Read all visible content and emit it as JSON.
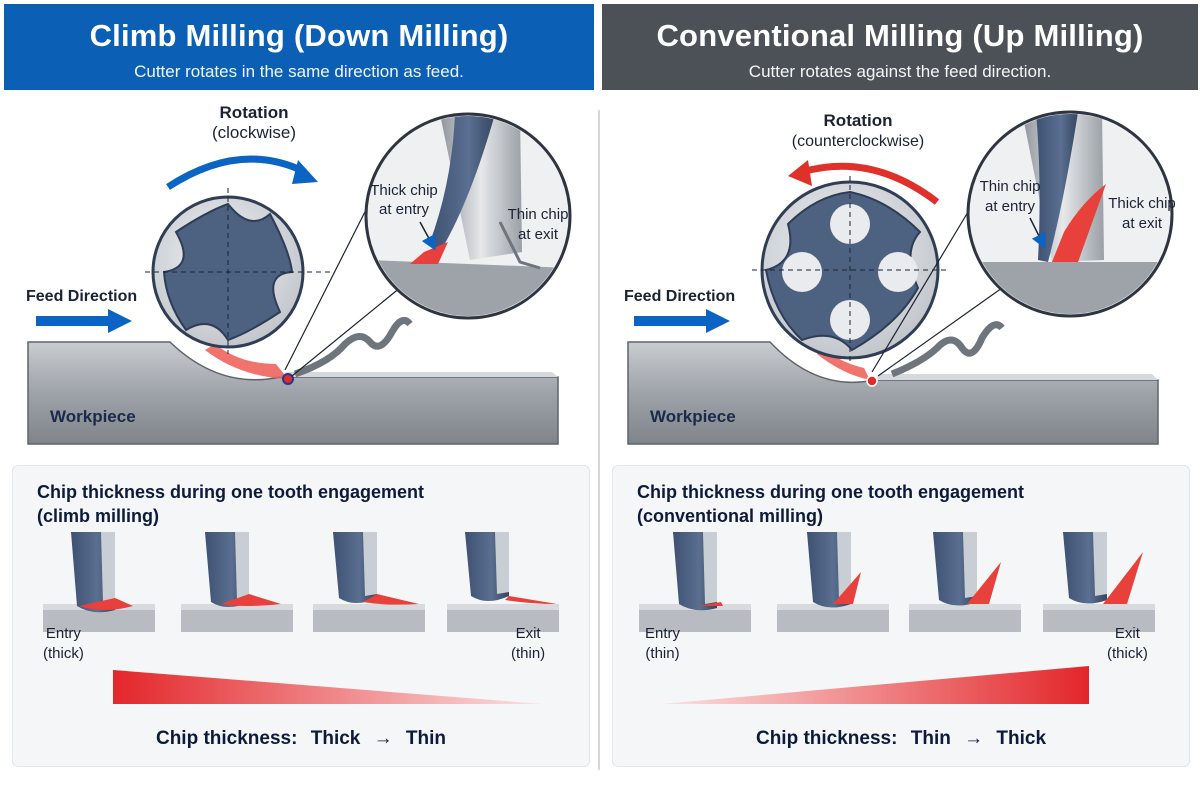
{
  "left": {
    "title": "Climb Milling (Down Milling)",
    "subtitle": "Cutter rotates in the same direction as feed.",
    "rotation_title": "Rotation",
    "rotation_dir": "(clockwise)",
    "feed": "Feed Direction",
    "workpiece": "Workpiece",
    "zoom_label_a1": "Thick chip",
    "zoom_label_a2": "at entry",
    "zoom_label_b1": "Thin chip",
    "zoom_label_b2": "at exit",
    "card_title_1": "Chip thickness during one tooth engagement",
    "card_title_2": "(climb milling)",
    "entry_1": "Entry",
    "entry_2": "(thick)",
    "exit_1": "Exit",
    "exit_2": "(thin)",
    "chip_label": "Chip thickness:",
    "chip_from": "Thick",
    "chip_arrow": "→",
    "chip_to": "Thin"
  },
  "right": {
    "title": "Conventional Milling (Up Milling)",
    "subtitle": "Cutter rotates against the feed direction.",
    "rotation_title": "Rotation",
    "rotation_dir": "(counterclockwise)",
    "feed": "Feed Direction",
    "workpiece": "Workpiece",
    "zoom_label_a1": "Thin chip",
    "zoom_label_a2": "at entry",
    "zoom_label_b1": "Thick chip",
    "zoom_label_b2": "at exit",
    "card_title_1": "Chip thickness during one tooth engagement",
    "card_title_2": "(conventional milling)",
    "entry_1": "Entry",
    "entry_2": "(thin)",
    "exit_1": "Exit",
    "exit_2": "(thick)",
    "chip_label": "Chip thickness:",
    "chip_from": "Thin",
    "chip_arrow": "→",
    "chip_to": "Thick"
  },
  "colors": {
    "blue_header": "#0b5fb4",
    "gray_header": "#4c5157",
    "cutter": "#4d6180",
    "chip_red": "#e8403a",
    "arrow_blue": "#0b63c4",
    "arrow_red": "#e0302a",
    "workpiece": "#8b9097"
  }
}
